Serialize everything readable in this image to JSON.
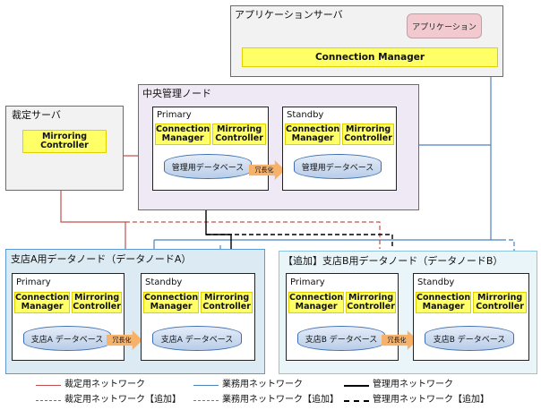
{
  "app_server": {
    "title": "アプリケーションサーバ",
    "app_label": "アプリケーション",
    "cm_label": "Connection Manager"
  },
  "arbiter": {
    "title": "裁定サーバ",
    "mc_label": "Mirroring Controller"
  },
  "central": {
    "title": "中央管理ノード",
    "primary": {
      "title": "Primary",
      "cm": "Connection Manager",
      "mc": "Mirroring Controller",
      "db": "管理用データベース"
    },
    "redundancy": "冗長化",
    "standby": {
      "title": "Standby",
      "cm": "Connection Manager",
      "mc": "Mirroring Controller",
      "db": "管理用データベース"
    }
  },
  "branch_a": {
    "title": "支店A用データノード（データノードA）",
    "primary": {
      "title": "Primary",
      "cm": "Connection Manager",
      "mc": "Mirroring Controller",
      "db": "支店A データベース"
    },
    "redundancy": "冗長化",
    "standby": {
      "title": "Standby",
      "cm": "Connection Manager",
      "mc": "Mirroring Controller",
      "db": "支店A データベース"
    }
  },
  "branch_b": {
    "title": "【追加】支店B用データノード（データノードB）",
    "primary": {
      "title": "Primary",
      "cm": "Connection Manager",
      "mc": "Mirroring Controller",
      "db": "支店B データベース"
    },
    "redundancy": "冗長化",
    "standby": {
      "title": "Standby",
      "cm": "Connection Manager",
      "mc": "Mirroring Controller",
      "db": "支店B データベース"
    }
  },
  "legend": {
    "arbitration": "裁定用ネットワーク",
    "arbitration_added": "裁定用ネットワーク【追加】",
    "business": "業務用ネットワーク",
    "business_added": "業務用ネットワーク【追加】",
    "management": "管理用ネットワーク",
    "management_added": "管理用ネットワーク【追加】"
  },
  "colors": {
    "arbitration_line": "#c0504d",
    "business_line": "#4f81bd",
    "management_line": "#000000",
    "yellow_box": "#ffff66",
    "db_fill": "#c9d8ee",
    "arrow_fill": "#f6b26b"
  }
}
